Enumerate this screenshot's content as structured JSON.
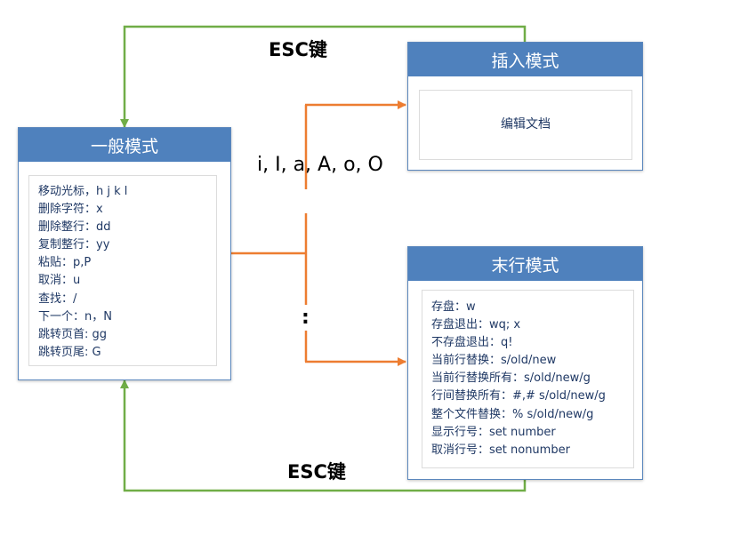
{
  "boxes": {
    "normal": {
      "title": "一般模式",
      "lines": [
        "移动光标，h j k l",
        "删除字符：x",
        "删除整行：dd",
        "复制整行：yy",
        "粘贴：p,P",
        "取消：u",
        "查找：/",
        "下一个：n，N",
        "跳转页首: gg",
        "跳转页尾: G"
      ]
    },
    "insert": {
      "title": "插入模式",
      "lines": [
        "编辑文档"
      ]
    },
    "lastline": {
      "title": "末行模式",
      "lines": [
        "存盘：w",
        "存盘退出：wq; x",
        "不存盘退出：q!",
        "当前行替换：s/old/new",
        "当前行替换所有：s/old/new/g",
        "行间替换所有：#,# s/old/new/g",
        "整个文件替换：% s/old/new/g",
        "显示行号：set number",
        "取消行号：set nonumber"
      ]
    }
  },
  "edges": {
    "esc_top": "ESC键",
    "esc_bottom": "ESC键",
    "to_insert": "i, I, a, A, o, O",
    "to_lastline": ":"
  },
  "colors": {
    "header": "#4f81bd",
    "esc_arrow": "#70ad47",
    "mode_arrow": "#ed7d31",
    "text": "#1f3864"
  }
}
